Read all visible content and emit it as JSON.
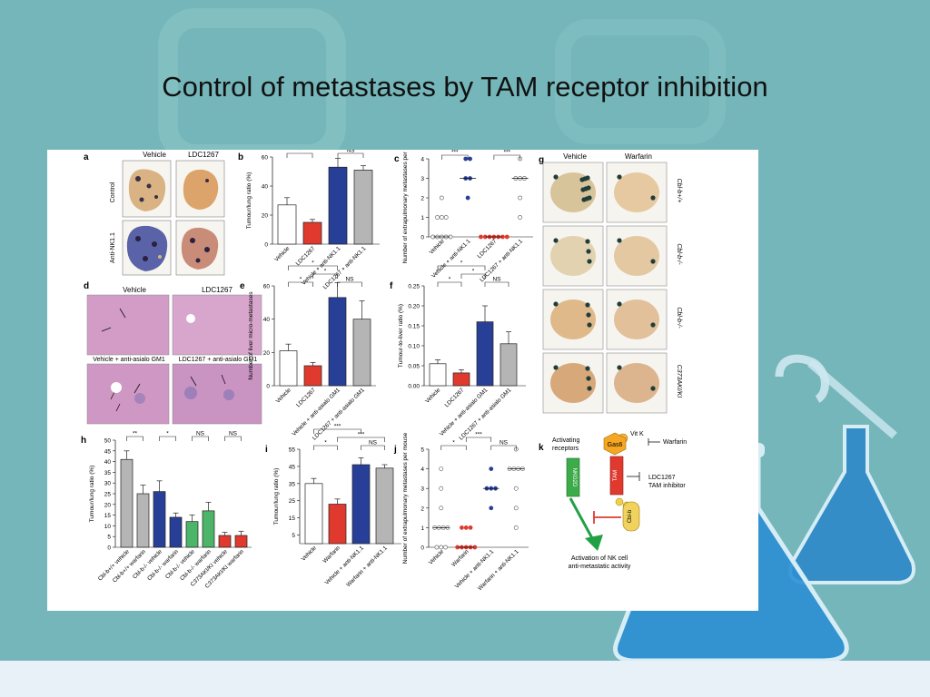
{
  "slide": {
    "title": "Control of metastases by TAM receptor inhibition"
  },
  "colors": {
    "background": "#74b6b9",
    "bottom_band": "#e8f1f7",
    "white_bar": "#ffffff",
    "red": "#e03a2f",
    "blue": "#283f97",
    "gray": "#b5b5b5",
    "green": "#4cb56a",
    "flask_blue": "#2a86c9"
  },
  "figure": {
    "a": {
      "letter": "a",
      "col_labels": [
        "Vehicle",
        "LDC1267"
      ],
      "row_labels": [
        "Control",
        "Anti-NK1.1"
      ]
    },
    "d": {
      "letter": "d",
      "top_labels": [
        "Vehicle",
        "LDC1267"
      ],
      "bottom_labels": [
        "Vehicle + anti-asialo GM1",
        "LDC1267 + anti-asialo GM1"
      ]
    },
    "g": {
      "letter": "g",
      "col_labels": [
        "Vehicle",
        "Warfarin"
      ],
      "row_labels": [
        "Cbl-b+/+",
        "Cbl-b-/-",
        "Cbl-b-/-",
        "C373AKI/KI"
      ]
    },
    "k": {
      "letter": "k",
      "vitk": "Vit K",
      "warfarin": "Warfarin",
      "gas6": "Gas6",
      "activating": [
        "Activating",
        "receptors"
      ],
      "nkg2d": "NKG2D",
      "tam": "TAM",
      "ldc_lines": [
        "LDC1267",
        "TAM inhibitor"
      ],
      "cblb": "Cbl-b",
      "activation_lines": [
        "Activation of NK cell",
        "anti-metastatic activity"
      ]
    }
  },
  "chart_data": [
    {
      "panel": "b",
      "type": "bar",
      "categories": [
        "Vehicle",
        "LDC1267",
        "Vehicle + anti-NK1.1",
        "LDC1267 + anti-NK1.1"
      ],
      "values": [
        27,
        15,
        53,
        51
      ],
      "errors": [
        5,
        2,
        6,
        3
      ],
      "colors": [
        "#ffffff",
        "#e03a2f",
        "#283f97",
        "#b5b5b5"
      ],
      "ylabel": "Tumour/lung ratio (%)",
      "ylim": [
        0,
        60
      ],
      "yticks": [
        "0",
        "20",
        "40",
        "60"
      ],
      "significance": [
        "*",
        "***",
        "***",
        "NS"
      ]
    },
    {
      "panel": "c",
      "type": "scatter",
      "categories": [
        "Vehicle",
        "Vehicle + anti-NK1.1",
        "LDC1267",
        "LDC1267 + anti-NK1.1"
      ],
      "points": [
        [
          0,
          0,
          0,
          0,
          0,
          1,
          1,
          1,
          2
        ],
        [
          2,
          3,
          3,
          4,
          4
        ],
        [
          0,
          0,
          0,
          0,
          0,
          0,
          0
        ],
        [
          1,
          2,
          3,
          3,
          3,
          4
        ]
      ],
      "colors": [
        "#ffffff",
        "#283f97",
        "#e03a2f",
        "#ffffff"
      ],
      "ylabel": "Number of extrapulmonary metastases per mouse",
      "ylim": [
        0,
        4
      ],
      "yticks": [
        "0",
        "1",
        "2",
        "3",
        "4"
      ],
      "significance": [
        "***",
        "***"
      ]
    },
    {
      "panel": "e",
      "type": "bar",
      "categories": [
        "Vehicle",
        "LDC1267",
        "Vehicle + anti-asialo GM1",
        "LDC1267 + anti-asialo GM1"
      ],
      "values": [
        21,
        12,
        53,
        40
      ],
      "errors": [
        4,
        2,
        9,
        11
      ],
      "colors": [
        "#ffffff",
        "#e03a2f",
        "#283f97",
        "#b5b5b5"
      ],
      "ylabel": "Number of liver micro-metastases",
      "ylim": [
        0,
        60
      ],
      "yticks": [
        "0",
        "20",
        "40",
        "60"
      ],
      "significance": [
        "*",
        "*",
        "*",
        "NS"
      ]
    },
    {
      "panel": "f",
      "type": "bar",
      "categories": [
        "Vehicle",
        "LDC1267",
        "Vehicle + anti-asialo GM1",
        "LDC1267 + anti-asialo GM1"
      ],
      "values": [
        0.055,
        0.032,
        0.16,
        0.105
      ],
      "errors": [
        0.01,
        0.008,
        0.04,
        0.03
      ],
      "colors": [
        "#ffffff",
        "#e03a2f",
        "#283f97",
        "#b5b5b5"
      ],
      "ylabel": "Tumour-to-liver ratio (%)",
      "ylim": [
        0,
        0.25
      ],
      "yticks": [
        "0.00",
        "0.05",
        "0.10",
        "0.15",
        "0.20",
        "0.25"
      ],
      "significance": [
        "*",
        "*",
        "*",
        "NS"
      ]
    },
    {
      "panel": "h",
      "type": "bar",
      "categories": [
        "Cbl-b+/+ vehicle",
        "Cbl-b+/+ warfarin",
        "Cbl-b-/- vehicle",
        "Cbl-b-/- warfarin",
        "Cbl-b-/- vehicle",
        "Cbl-b-/- warfarin",
        "C373AKI/KI vehicle",
        "C373AKI/KI warfarin"
      ],
      "values": [
        41,
        25,
        26,
        14,
        12,
        17,
        5.5,
        5.5
      ],
      "errors": [
        4,
        4,
        5,
        2,
        3,
        4,
        1.5,
        2
      ],
      "colors": [
        "#b5b5b5",
        "#b5b5b5",
        "#283f97",
        "#283f97",
        "#4cb56a",
        "#4cb56a",
        "#e03a2f",
        "#e03a2f"
      ],
      "ylabel": "Tumour/lung ratio (%)",
      "ylim": [
        0,
        50
      ],
      "yticks": [
        "0",
        "5",
        "10",
        "15",
        "20",
        "25",
        "30",
        "35",
        "40",
        "45",
        "50"
      ],
      "significance": [
        "**",
        "*",
        "NS",
        "NS"
      ]
    },
    {
      "panel": "i",
      "type": "bar",
      "categories": [
        "Vehicle",
        "Warfarin",
        "Vehicle + anti-NK1.1",
        "Warfarin + anti-NK1.1"
      ],
      "values": [
        35,
        23,
        46,
        44
      ],
      "errors": [
        3,
        3,
        4,
        2
      ],
      "colors": [
        "#ffffff",
        "#e03a2f",
        "#283f97",
        "#b5b5b5"
      ],
      "ylabel": "Tumour/lung ratio (%)",
      "ylim": [
        0,
        55
      ],
      "yticks": [
        "5",
        "15",
        "25",
        "35",
        "45",
        "55"
      ],
      "significance": [
        "*",
        "***",
        "***",
        "NS"
      ]
    },
    {
      "panel": "j",
      "type": "scatter",
      "categories": [
        "Vehicle",
        "Warfarin",
        "Vehicle + anti-NK1.1",
        "Warfarin + anti-NK1.1"
      ],
      "points": [
        [
          0,
          0,
          0,
          1,
          1,
          1,
          1,
          2,
          3,
          4
        ],
        [
          0,
          0,
          0,
          0,
          0,
          1,
          1,
          1
        ],
        [
          2,
          3,
          3,
          3,
          4
        ],
        [
          1,
          2,
          3,
          4,
          4,
          4,
          4,
          5
        ]
      ],
      "colors": [
        "#ffffff",
        "#e03a2f",
        "#283f97",
        "#ffffff"
      ],
      "ylabel": "Number of extrapulmonary metastases per mouse",
      "ylim": [
        0,
        5
      ],
      "yticks": [
        "0",
        "1",
        "2",
        "3",
        "4",
        "5"
      ],
      "significance": [
        "*",
        "***",
        "NS"
      ]
    }
  ]
}
